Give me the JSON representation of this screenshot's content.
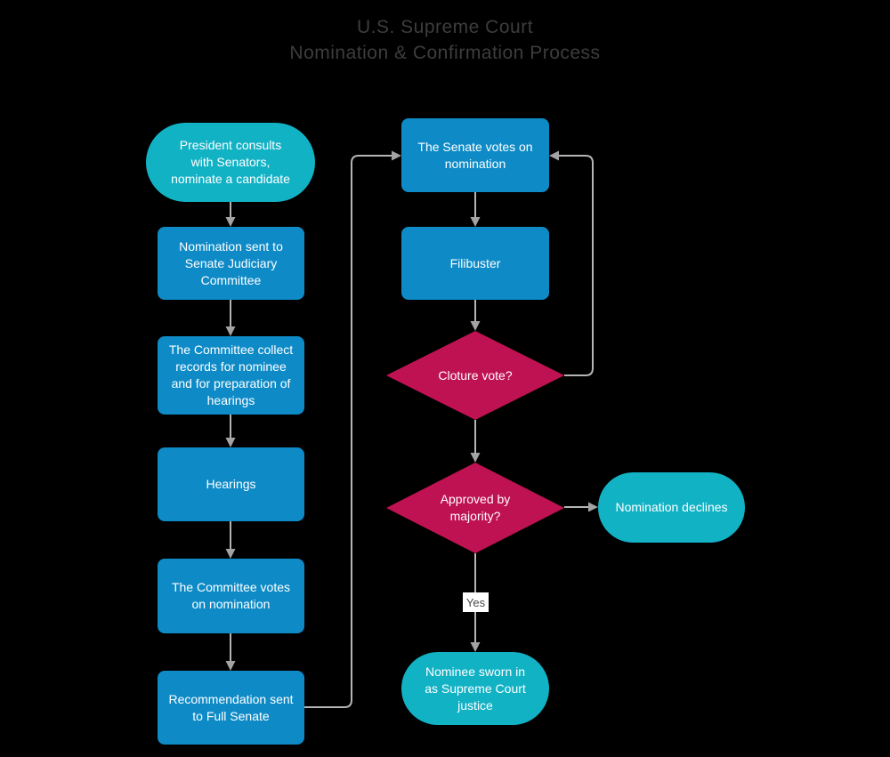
{
  "title": {
    "line1": "U.S. Supreme Court",
    "line2": "Nomination & Confirmation Process"
  },
  "colors": {
    "background": "#000000",
    "title_text": "#3d3d3d",
    "teal": "#12b2c5",
    "blue": "#0e8bc7",
    "magenta": "#bf1252",
    "edge": "#b5b5b5",
    "arrowhead": "#a3a3a3",
    "node_text": "#ffffff",
    "label_background": "#ffffff",
    "label_text": "#4a4a4a"
  },
  "flowchart": {
    "nodes": {
      "start": {
        "type": "terminator",
        "label": "President consults with Senators, nominate a candidate"
      },
      "judiciary": {
        "type": "process",
        "label": "Nomination sent to Senate Judiciary Committee"
      },
      "records": {
        "type": "process",
        "label": "The Committee collect records for nominee and for preparation of hearings"
      },
      "hearings": {
        "type": "process",
        "label": "Hearings"
      },
      "committee_vote": {
        "type": "process",
        "label": "The Committee votes on nomination"
      },
      "recommendation": {
        "type": "process",
        "label": "Recommendation sent to Full Senate"
      },
      "senate_vote": {
        "type": "process",
        "label": "The Senate votes on nomination"
      },
      "filibuster": {
        "type": "process",
        "label": "Filibuster"
      },
      "cloture": {
        "type": "decision",
        "label": "Cloture vote?"
      },
      "approved": {
        "type": "decision",
        "label": "Approved by majority?"
      },
      "declines": {
        "type": "terminator",
        "label": "Nomination declines"
      },
      "sworn": {
        "type": "terminator",
        "label": "Nominee sworn in as Supreme Court justice"
      }
    },
    "edge_labels": {
      "approved_to_sworn": "Yes"
    }
  }
}
